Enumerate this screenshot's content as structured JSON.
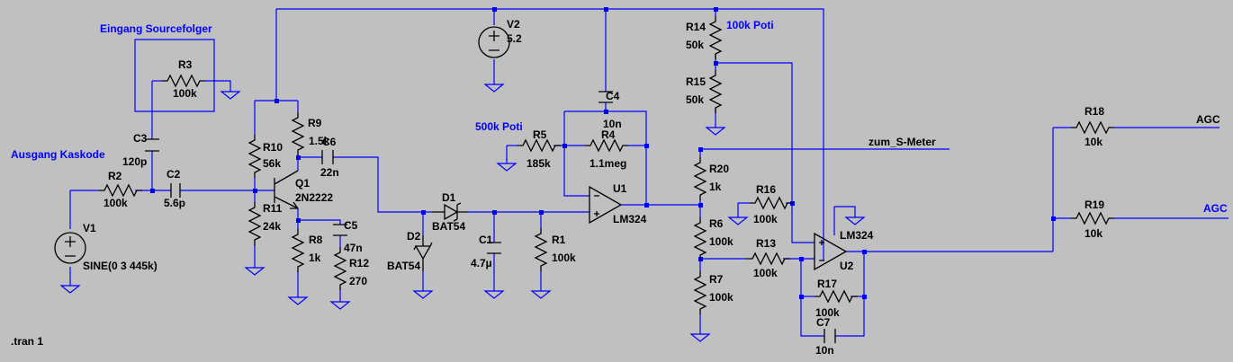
{
  "labels": {
    "eingang": "Eingang Sourcefolger",
    "ausgang": "Ausgang Kaskode",
    "poti100k": "100k Poti",
    "poti500k": "500k Poti",
    "zum_s_meter": "zum_S-Meter",
    "agc1": "AGC",
    "agc2": "AGC",
    "tran": ".tran 1"
  },
  "components": {
    "V1": {
      "ref": "V1",
      "value": "SINE(0 3 445k)"
    },
    "V2": {
      "ref": "V2",
      "value": "5.2"
    },
    "R1": {
      "ref": "R1",
      "value": "100k"
    },
    "R2": {
      "ref": "R2",
      "value": "100k"
    },
    "R3": {
      "ref": "R3",
      "value": "100k"
    },
    "R4": {
      "ref": "R4",
      "value": "1.1meg"
    },
    "R5": {
      "ref": "R5",
      "value": "185k"
    },
    "R6": {
      "ref": "R6",
      "value": "100k"
    },
    "R7": {
      "ref": "R7",
      "value": "100k"
    },
    "R8": {
      "ref": "R8",
      "value": "1k"
    },
    "R9": {
      "ref": "R9",
      "value": "1.5k"
    },
    "R10": {
      "ref": "R10",
      "value": "56k"
    },
    "R11": {
      "ref": "R11",
      "value": "24k"
    },
    "R12": {
      "ref": "R12",
      "value": "270"
    },
    "R13": {
      "ref": "R13",
      "value": "100k"
    },
    "R14": {
      "ref": "R14",
      "value": "50k"
    },
    "R15": {
      "ref": "R15",
      "value": "50k"
    },
    "R16": {
      "ref": "R16",
      "value": "100k"
    },
    "R17": {
      "ref": "R17",
      "value": "100k"
    },
    "R18": {
      "ref": "R18",
      "value": "10k"
    },
    "R19": {
      "ref": "R19",
      "value": "10k"
    },
    "R20": {
      "ref": "R20",
      "value": "1k"
    },
    "C1": {
      "ref": "C1",
      "value": "4.7µ"
    },
    "C2": {
      "ref": "C2",
      "value": "5.6p"
    },
    "C3": {
      "ref": "C3",
      "value": "120p"
    },
    "C4": {
      "ref": "C4",
      "value": "10n"
    },
    "C5": {
      "ref": "C5",
      "value": "47n"
    },
    "C6": {
      "ref": "C6",
      "value": "22n"
    },
    "C7": {
      "ref": "C7",
      "value": "10n"
    },
    "D1": {
      "ref": "D1",
      "value": "BAT54"
    },
    "D2": {
      "ref": "D2",
      "value": "BAT54"
    },
    "Q1": {
      "ref": "Q1",
      "value": "2N2222"
    },
    "U1": {
      "ref": "U1",
      "value": "LM324"
    },
    "U2": {
      "ref": "U2",
      "value": "LM324"
    }
  }
}
